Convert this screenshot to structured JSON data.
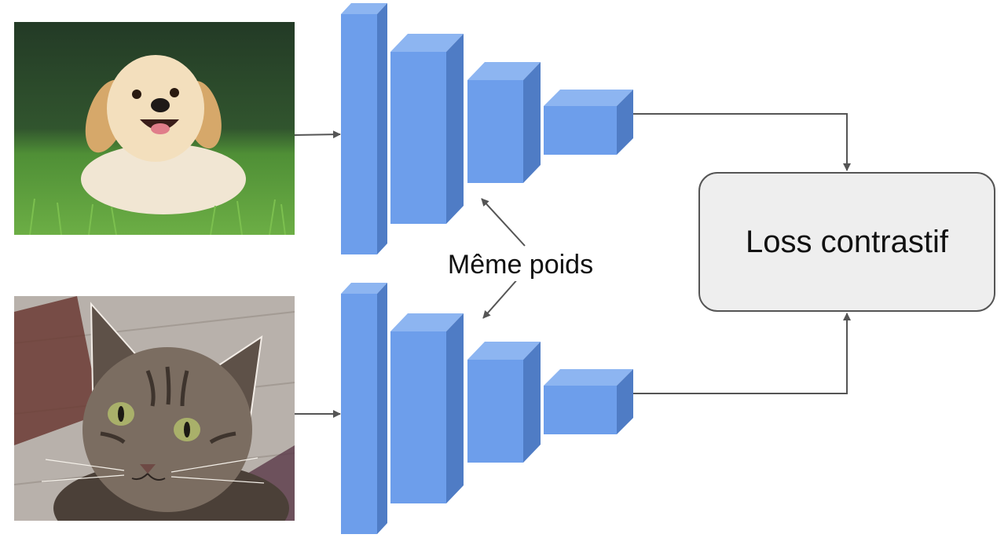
{
  "diagram": {
    "loss_label": "Loss contrastif",
    "shared_weights_label": "Même poids",
    "inputs": [
      {
        "subject": "puppy on grass"
      },
      {
        "subject": "tabby cat"
      }
    ],
    "encoder_layer_count": 4
  },
  "colors": {
    "layer_front": "#6d9eeb",
    "layer_top": "#8db5f1",
    "layer_side": "#4f7cc5",
    "arrow": "#555555",
    "loss_fill": "#eeeeee",
    "loss_border": "#555555"
  },
  "icons": {
    "dog_image": "dog-photo",
    "cat_image": "cat-photo"
  }
}
